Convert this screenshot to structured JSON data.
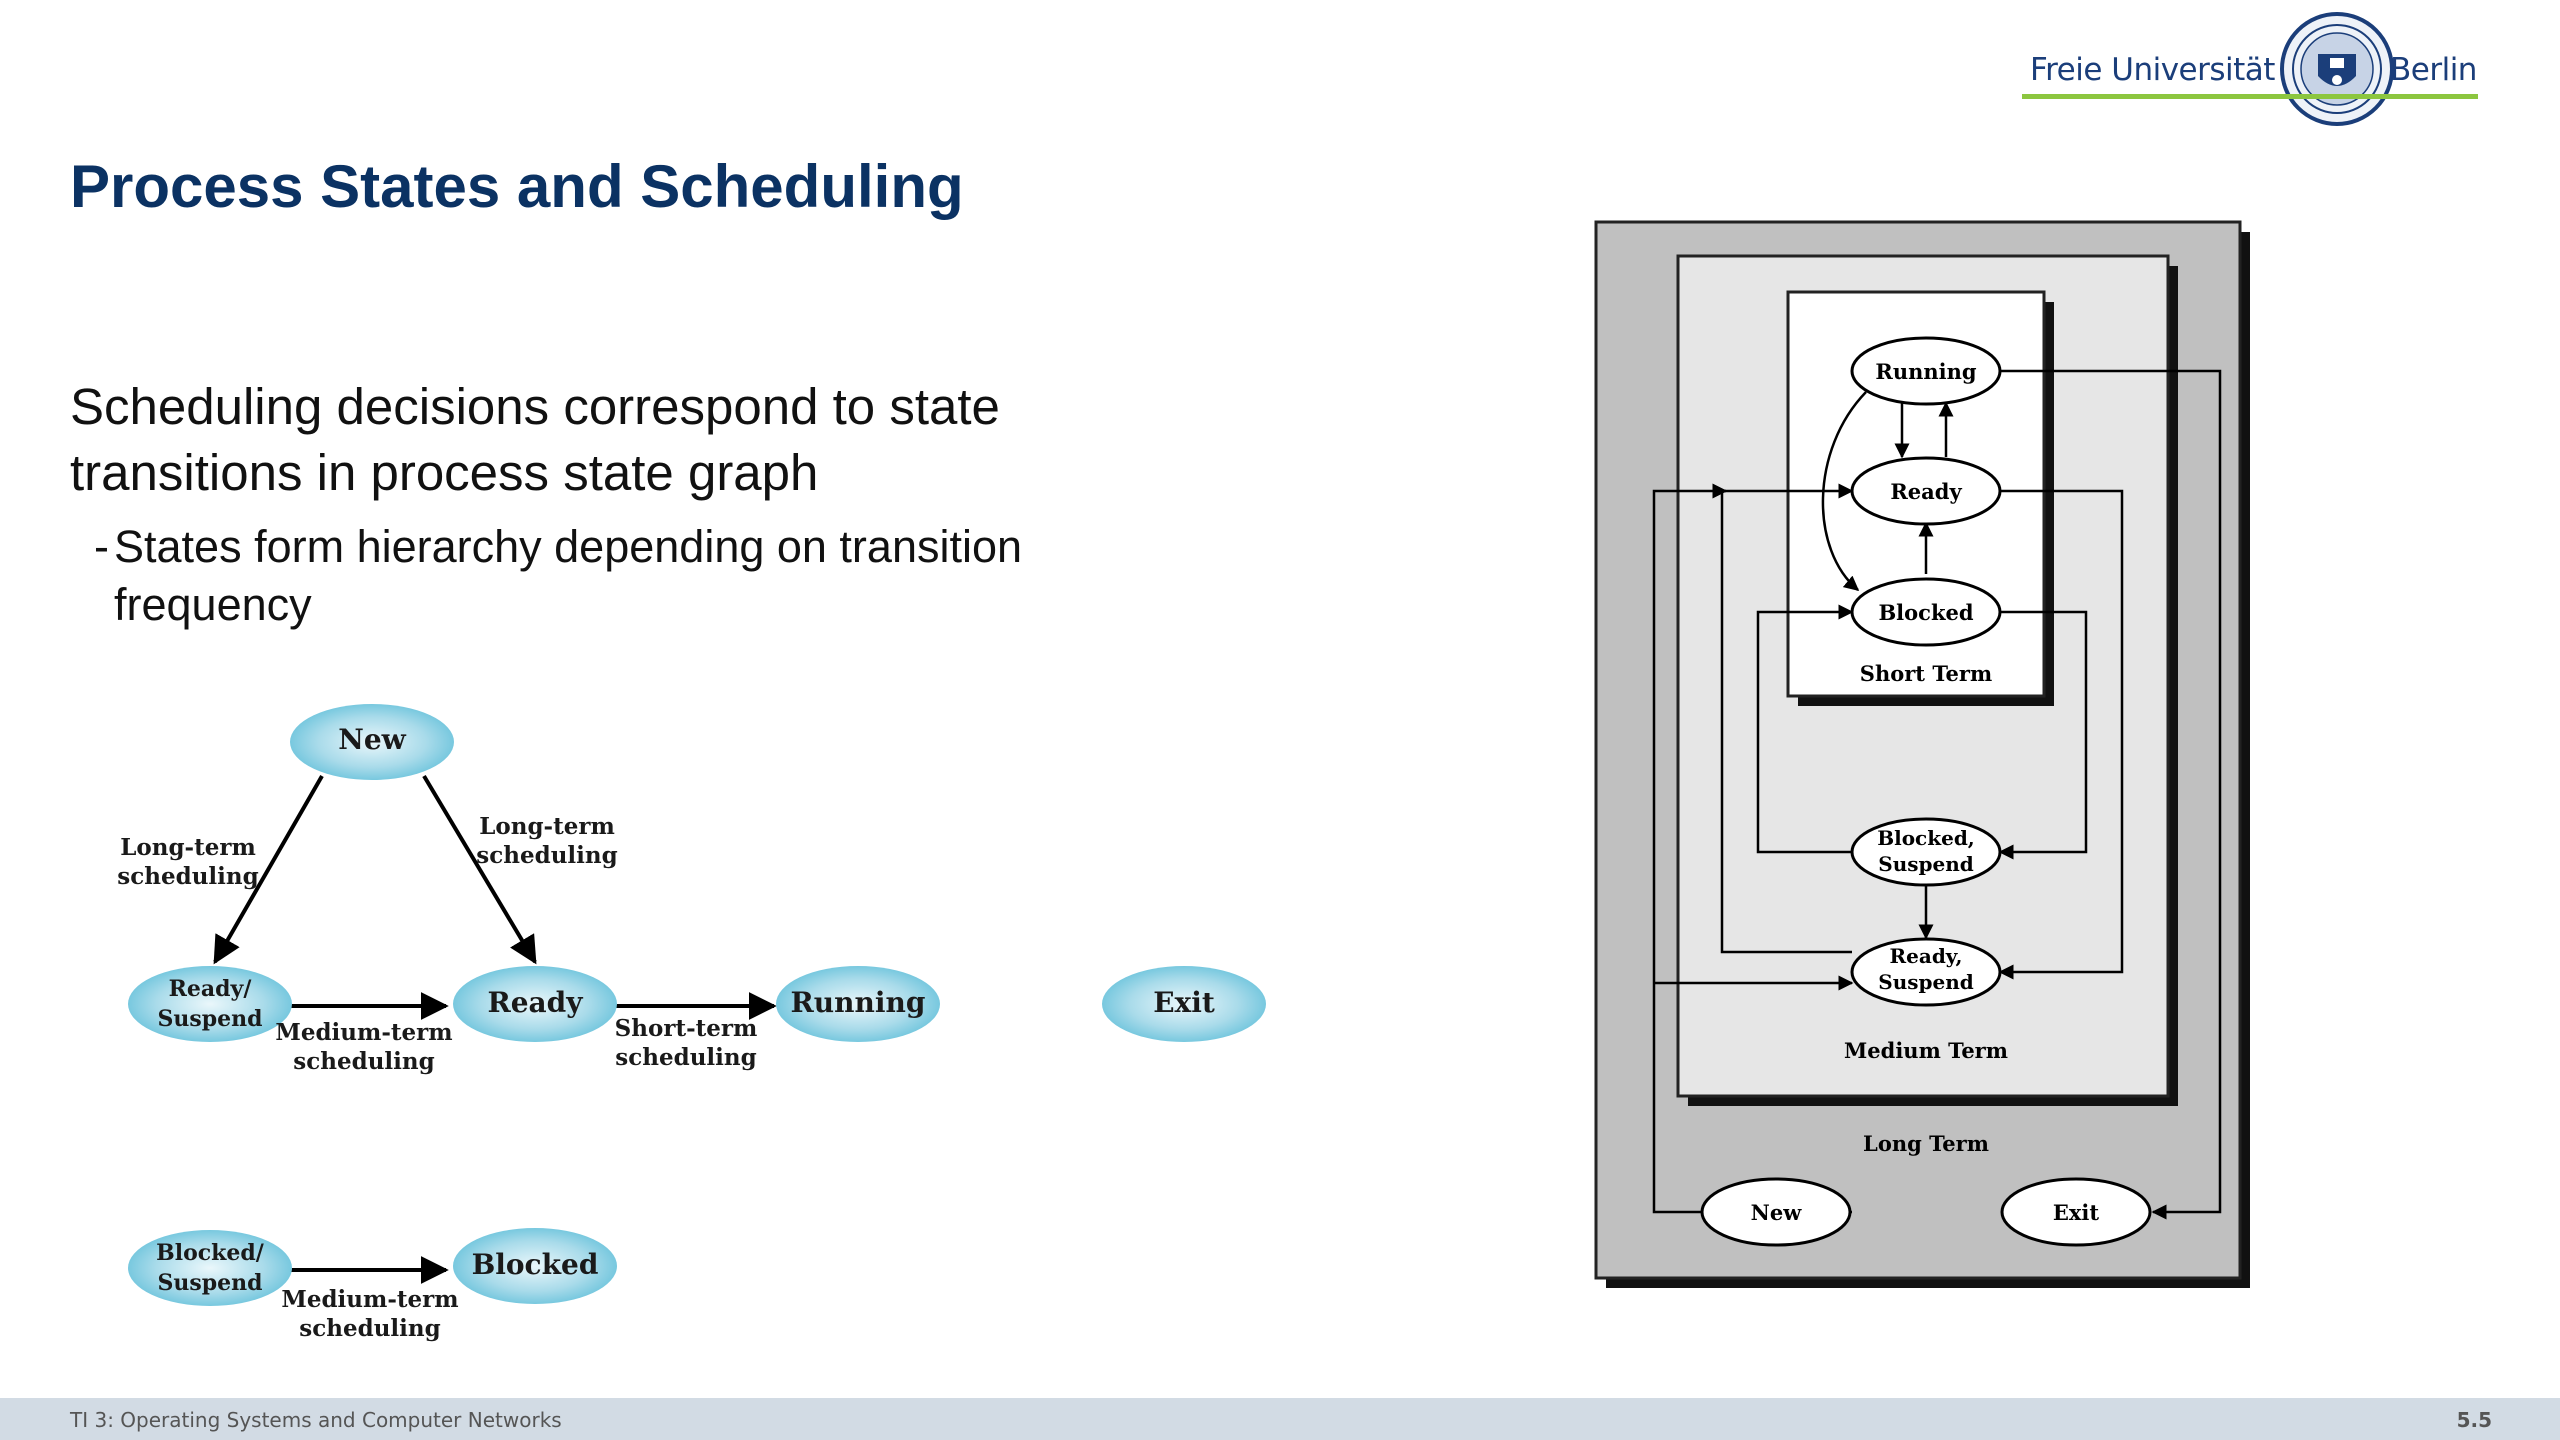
{
  "logo": {
    "university": "Freie Universität",
    "city": "Berlin"
  },
  "slide": {
    "title": "Process States and Scheduling",
    "bullet_main": "Scheduling decisions correspond to state transitions in process state graph",
    "sub_bullet_dash": "-",
    "sub_bullet": "States form hierarchy depending on transition frequency"
  },
  "left_diagram": {
    "states": {
      "new": "New",
      "ready_suspend": [
        "Ready/",
        "Suspend"
      ],
      "ready": "Ready",
      "running": "Running",
      "exit": "Exit",
      "blocked_suspend": [
        "Blocked/",
        "Suspend"
      ],
      "blocked": "Blocked"
    },
    "labels": {
      "long_term_left": [
        "Long-term",
        "scheduling"
      ],
      "long_term_right": [
        "Long-term",
        "scheduling"
      ],
      "medium_term": [
        "Medium-term",
        "scheduling"
      ],
      "short_term": [
        "Short-term",
        "scheduling"
      ],
      "medium_term_blocked": [
        "Medium-term",
        "scheduling"
      ]
    }
  },
  "right_diagram": {
    "states": {
      "running": "Running",
      "ready": "Ready",
      "blocked": "Blocked",
      "blocked_suspend": [
        "Blocked,",
        "Suspend"
      ],
      "ready_suspend": [
        "Ready,",
        "Suspend"
      ],
      "new": "New",
      "exit": "Exit"
    },
    "levels": {
      "short_term": "Short Term",
      "medium_term": "Medium Term",
      "long_term": "Long Term"
    }
  },
  "footer": {
    "course": "TI 3: Operating Systems and Computer Networks",
    "page": "5.5"
  },
  "colors": {
    "title": "#0b3263",
    "logo_text": "#1b3e7a",
    "logo_line": "#8cc63f",
    "footer_bg": "#d2dbe4",
    "state_fill": "#5bbdd8"
  }
}
